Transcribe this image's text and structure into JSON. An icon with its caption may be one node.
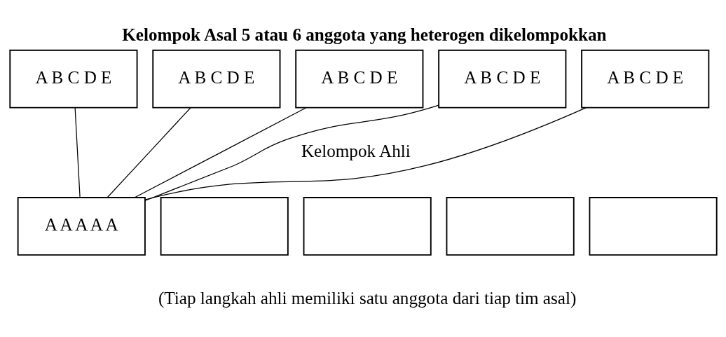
{
  "diagram": {
    "title": "Kelompok Asal 5 atau 6 anggota yang heterogen dikelompokkan",
    "caption": "(Tiap langkah ahli memiliki satu anggota dari tiap tim asal)",
    "nodes": [
      {
        "text": [
          "A B C D E"
        ]
      },
      {
        "text": [
          "A B C D E"
        ]
      },
      {
        "text": [
          "A B C D E"
        ]
      },
      {
        "text": [
          "A B C D E"
        ]
      },
      {
        "text": [
          "A B C D E"
        ]
      },
      {
        "text": [
          "A A A A A"
        ]
      },
      {
        "text": [],
        "shape": "box"
      },
      {
        "text": [],
        "shape": "box"
      },
      {
        "text": [],
        "shape": "box"
      },
      {
        "text": [],
        "shape": "box"
      }
    ],
    "edges": [
      {
        "from": 0,
        "to": 5,
        "arrow": "none"
      },
      {
        "from": 1,
        "to": 5,
        "arrow": "none"
      },
      {
        "from": 2,
        "to": 5,
        "arrow": "none"
      },
      {
        "from": 3,
        "to": 5,
        "arrow": "none"
      },
      {
        "from": 4,
        "to": 5,
        "arrow": "none"
      }
    ],
    "labels": [
      "Kelompok Ahli"
    ]
  }
}
